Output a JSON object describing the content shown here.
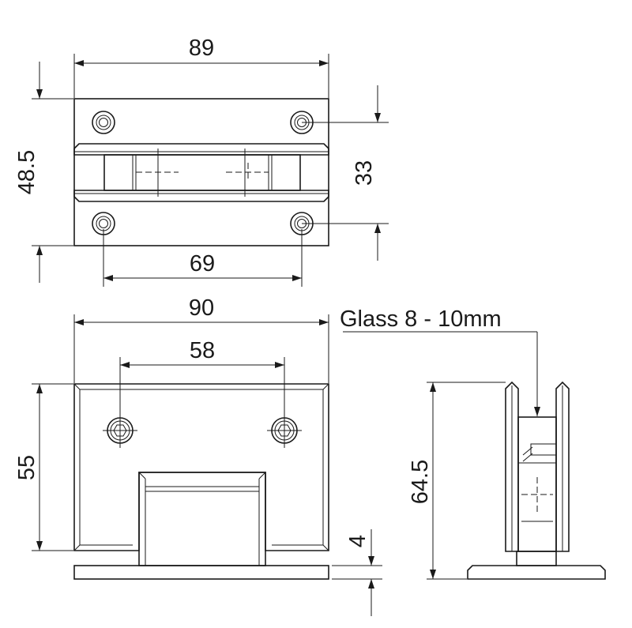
{
  "top_view": {
    "dim_width": "89",
    "dim_height": "48.5",
    "dim_hole_vertical": "33",
    "dim_hole_horizontal": "69"
  },
  "front_view": {
    "dim_width": "90",
    "dim_hole_spacing": "58",
    "dim_height": "55",
    "dim_base_thickness": "4"
  },
  "side_view": {
    "dim_height": "64.5",
    "glass_note": "Glass 8 - 10mm"
  }
}
